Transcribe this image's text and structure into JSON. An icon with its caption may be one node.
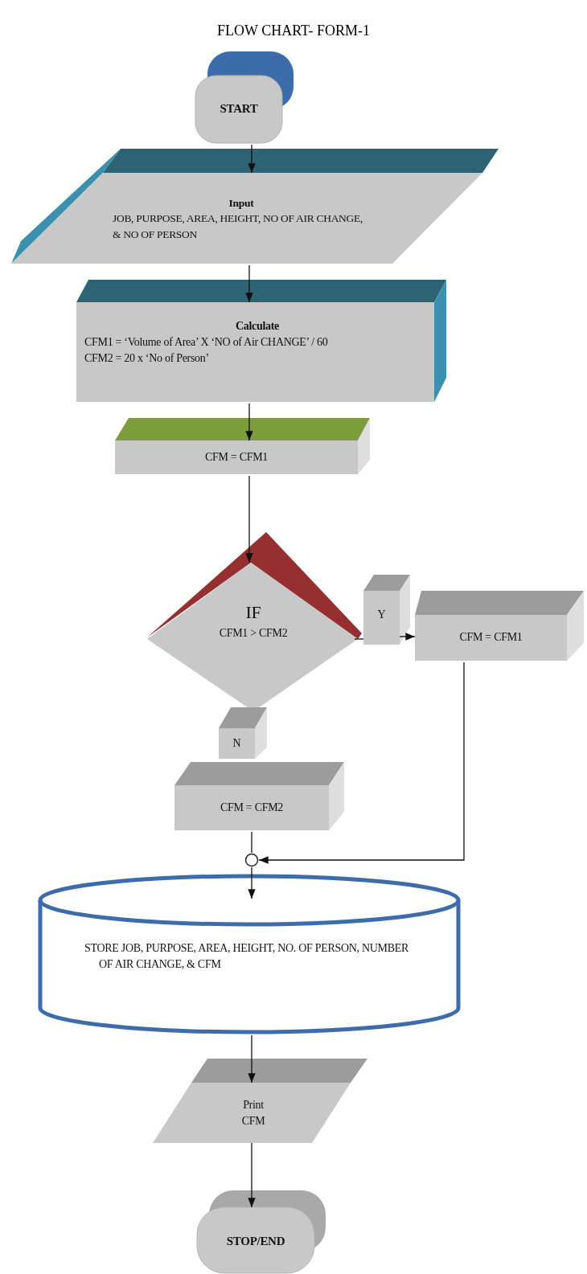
{
  "diagram": {
    "title": "FLOW CHART- FORM-1",
    "nodes": [
      {
        "text": [
          "START"
        ]
      },
      {
        "text": [
          "Input",
          "JOB, PURPOSE, AREA, HEIGHT, NO OF AIR CHANGE, & NO OF PERSON"
        ]
      },
      {
        "text": [
          "Calculate",
          "CFM1 = ‘Volume of Area’ X ‘NO of Air CHANGE’ / 60",
          "CFM2 = 20 x ‘No of Person’"
        ]
      },
      {
        "text": [
          "CFM = CFM1"
        ]
      },
      {
        "text": [
          "IF",
          "CFM1 > CFM2"
        ]
      },
      {
        "text": [
          "Y"
        ]
      },
      {
        "text": [
          "CFM = CFM1"
        ]
      },
      {
        "text": [
          "N"
        ]
      },
      {
        "text": [
          "CFM = CFM2"
        ]
      },
      {
        "text": [],
        "shape": "circle"
      },
      {
        "text": [
          "STORE JOB, PURPOSE, AREA, HEIGHT, NO. OF PERSON, NUMBER OF AIR CHANGE, & CFM"
        ]
      },
      {
        "text": [
          "Print",
          "CFM"
        ]
      },
      {
        "text": [
          "STOP/END"
        ]
      }
    ],
    "edges": [
      {
        "from": 0,
        "to": 1,
        "arrow": "to"
      },
      {
        "from": 1,
        "to": 2,
        "arrow": "to"
      },
      {
        "from": 2,
        "to": 3,
        "arrow": "to"
      },
      {
        "from": 3,
        "to": 4,
        "arrow": "to"
      },
      {
        "from": 4,
        "to": 5,
        "arrow": "none"
      },
      {
        "from": 5,
        "to": 6,
        "arrow": "to"
      },
      {
        "from": 6,
        "to": 9,
        "arrow": "to"
      },
      {
        "from": 8,
        "to": 9,
        "arrow": "none"
      },
      {
        "from": 9,
        "to": 10,
        "arrow": "to"
      },
      {
        "from": 10,
        "to": 11,
        "arrow": "to"
      },
      {
        "from": 11,
        "to": 12,
        "arrow": "to"
      }
    ]
  }
}
